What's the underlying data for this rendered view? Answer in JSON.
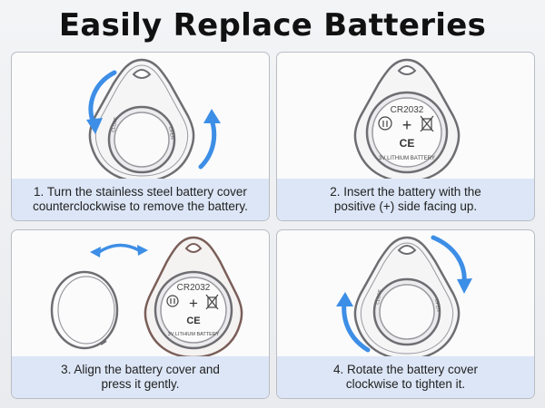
{
  "title": "Easily Replace Batteries",
  "steps": [
    {
      "line1": "1. Turn the stainless steel battery cover",
      "line2": "counterclockwise to remove the battery."
    },
    {
      "line1": "2. Insert the battery with the",
      "line2": "positive (+) side facing up."
    },
    {
      "line1": "3. Align the battery cover and",
      "line2": "press it gently."
    },
    {
      "line1": "4. Rotate the battery cover",
      "line2": "clockwise to tighten it."
    }
  ],
  "battery": {
    "model": "CR2032",
    "type": "3V LITHIUM BATTERY",
    "ce_mark": "CE",
    "plus": "+"
  },
  "colors": {
    "arrow": "#3d8ee6",
    "caption_bg": "#dce6f6"
  }
}
